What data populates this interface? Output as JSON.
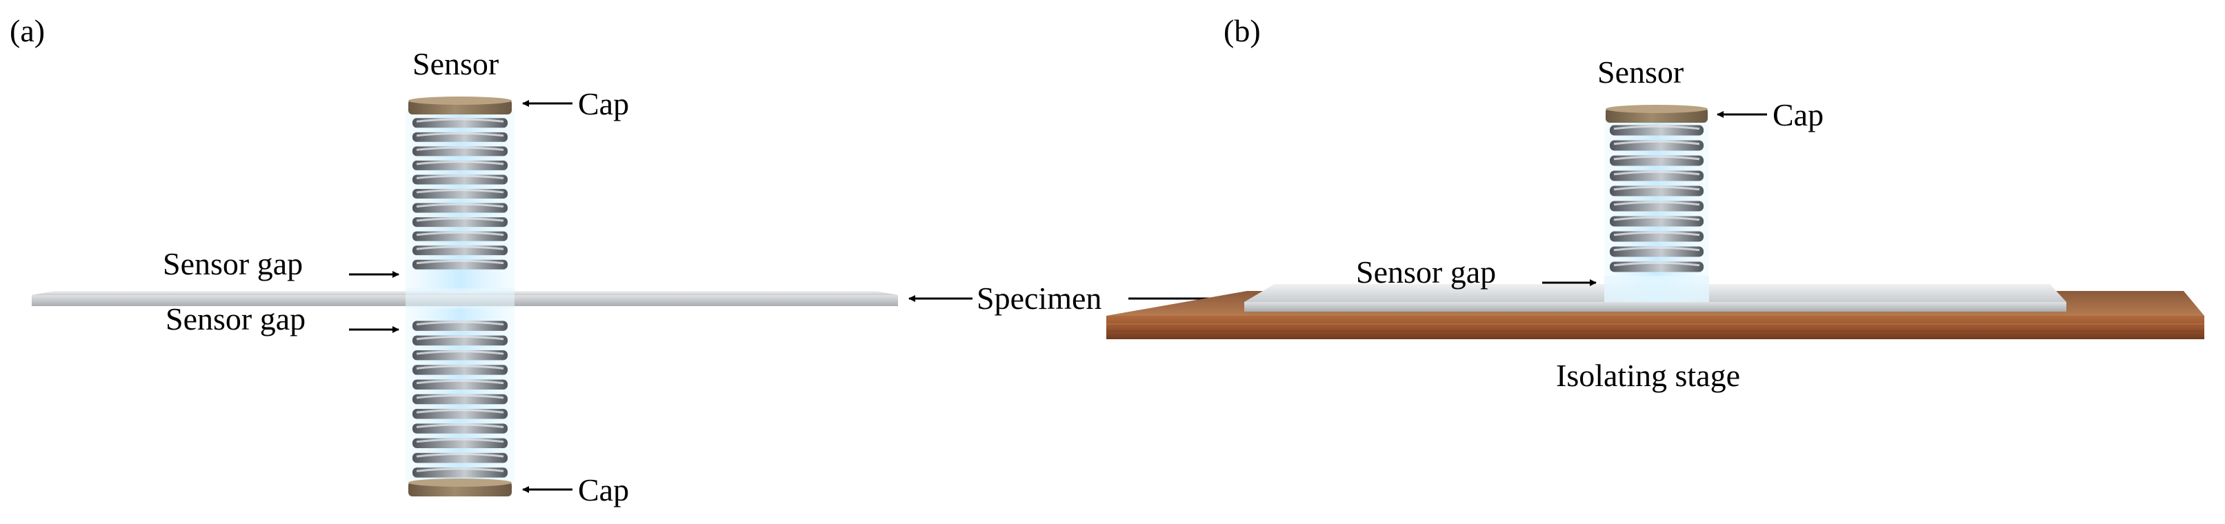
{
  "panels": [
    {
      "tag": "(a)",
      "sensor_label": "Sensor",
      "cap_top_label": "Cap",
      "gap_top_label": "Sensor gap",
      "gap_bottom_label": "Sensor gap",
      "cap_bottom_label": "Cap"
    },
    {
      "tag": "(b)",
      "sensor_label": "Sensor",
      "cap_label": "Cap",
      "gap_label": "Sensor gap",
      "stage_label": "Isolating stage"
    }
  ],
  "specimen_label": "Specimen",
  "colors": {
    "coil_dark": "#6f757c",
    "coil_light": "#c4c9ce",
    "glow": "#cfefff",
    "cap": "#8a7458",
    "specimen": "#c3c6c9",
    "stage": "#9b5a33"
  }
}
